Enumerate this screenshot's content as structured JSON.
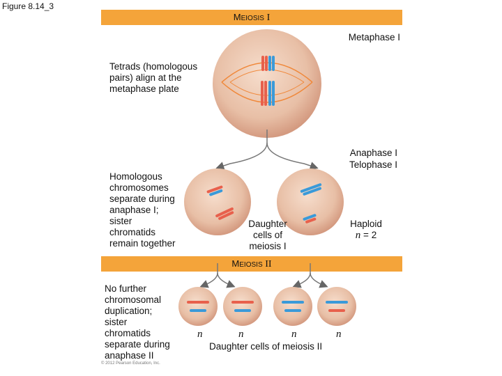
{
  "figure_label": "Figure 8.14_3",
  "meiosis1": {
    "prefix": "M",
    "rest": "EIOSIS",
    "roman": "I"
  },
  "meiosis2": {
    "prefix": "M",
    "rest": "EIOSIS",
    "roman": "II"
  },
  "metaphase_label": "Metaphase I",
  "tetrads_text": [
    "Tetrads (homologous",
    "pairs) align at the",
    "metaphase plate"
  ],
  "anaphase_label": "Anaphase I",
  "telophase_label": "Telophase I",
  "homologous_text": [
    "Homologous",
    "chromosomes",
    "separate during",
    "anaphase I;",
    "sister",
    "chromatids",
    "remain together"
  ],
  "daughter1_text": [
    "Daughter",
    "cells of",
    "meiosis I"
  ],
  "haploid": {
    "label": "Haploid",
    "n": "n",
    "eq": "=",
    "value": "2"
  },
  "nofurther_text": [
    "No further",
    "chromosomal",
    "duplication;",
    "sister",
    "chromatids",
    "separate during",
    "anaphase II"
  ],
  "n_labels": [
    "n",
    "n",
    "n",
    "n"
  ],
  "daughter2_label": "Daughter cells of meiosis II",
  "copyright": "© 2012 Pearson Education, Inc.",
  "colors": {
    "band": "#f4a43a",
    "maternal": "#e8604c",
    "paternal": "#3a9ad9",
    "cell": "#e7bfa6",
    "spindle": "#f0883a"
  }
}
